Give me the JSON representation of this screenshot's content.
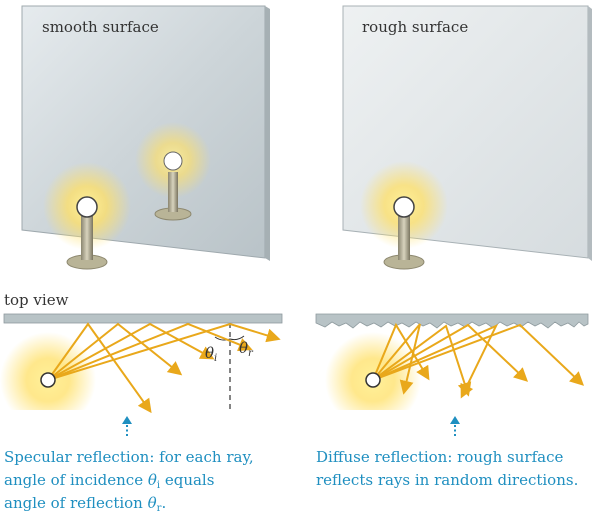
{
  "panels": {
    "smooth": {
      "label": "smooth surface"
    },
    "rough": {
      "label": "rough surface"
    }
  },
  "top_view_label": "top view",
  "angles": {
    "theta": "θ",
    "incidence_sub": "i",
    "reflection_sub": "r"
  },
  "captions": {
    "specular": {
      "line1": "Specular reflection: for each ray,",
      "line2_prefix": "angle of incidence ",
      "line2_suffix": " equals",
      "line3_prefix": "angle of reflection ",
      "line3_suffix": "."
    },
    "diffuse": {
      "line1": "Diffuse reflection: rough surface",
      "line2": "reflects rays in random directions."
    }
  },
  "colors": {
    "ray": "#e9a81b",
    "caption": "#1f8fc0",
    "surface": "#b8c3c6",
    "glow": "#ffd94a"
  }
}
